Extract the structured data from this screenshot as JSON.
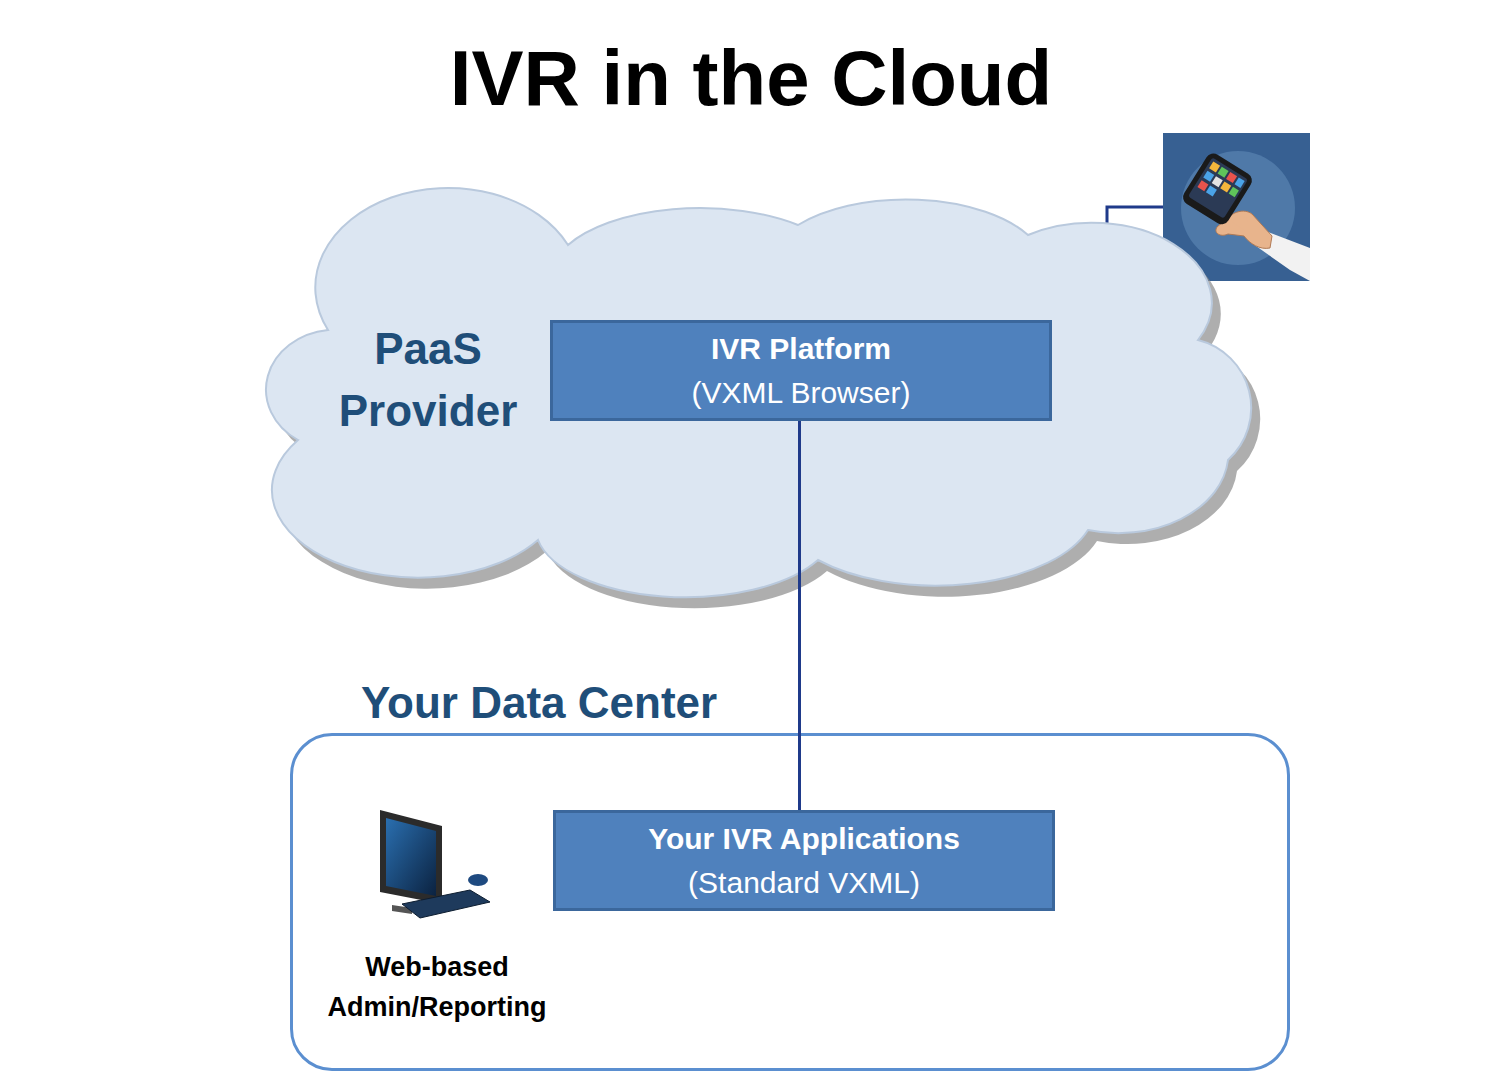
{
  "diagram": {
    "title": "IVR in the Cloud",
    "nodes": [
      {
        "text": [
          "PaaS Provider"
        ]
      },
      {
        "text": [
          "IVR Platform",
          "(VXML Browser)"
        ],
        "in": 0
      },
      {
        "text": [
          "Your Data Center"
        ]
      },
      {
        "text": [
          "Your IVR Applications",
          "(Standard VXML)"
        ],
        "in": 2
      }
    ],
    "edges": [
      {
        "from": 1,
        "to": 3,
        "arrow": "none"
      }
    ],
    "labels": [
      "Web-based Admin/Reporting"
    ]
  }
}
